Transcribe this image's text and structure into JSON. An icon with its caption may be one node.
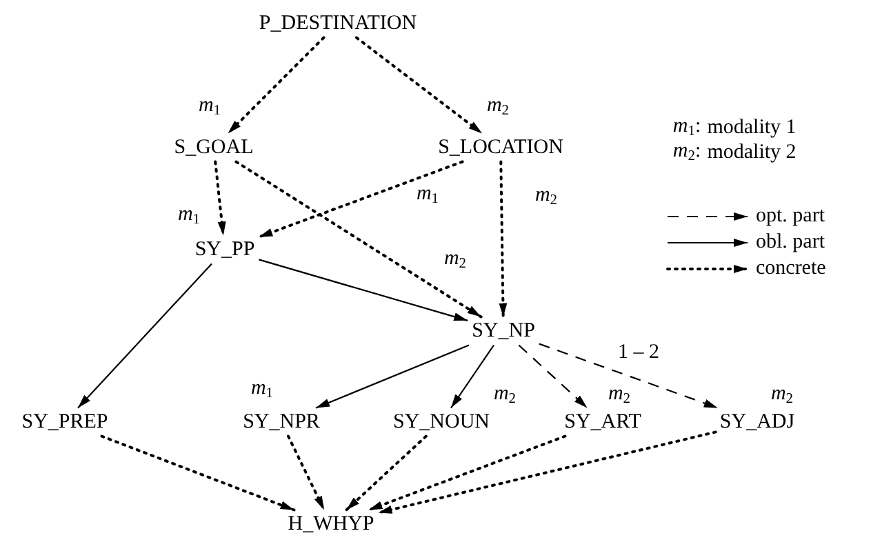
{
  "diagram": {
    "nodes": [
      {
        "text": [
          "P_DESTINATION"
        ]
      },
      {
        "text": [
          "S_GOAL"
        ]
      },
      {
        "text": [
          "S_LOCATION"
        ]
      },
      {
        "text": [
          "SY_PP"
        ]
      },
      {
        "text": [
          "SY_NP"
        ]
      },
      {
        "text": [
          "SY_PREP"
        ]
      },
      {
        "text": [
          "SY_NPR"
        ]
      },
      {
        "text": [
          "SY_NOUN"
        ]
      },
      {
        "text": [
          "SY_ART"
        ]
      },
      {
        "text": [
          "SY_ADJ"
        ]
      },
      {
        "text": [
          "H_WHYP"
        ]
      }
    ],
    "edges": [
      {
        "from": 0,
        "to": 1,
        "arrow": "to",
        "style": "dashed",
        "label": "*m*$_{1}$"
      },
      {
        "from": 0,
        "to": 2,
        "arrow": "to",
        "style": "dashed",
        "label": "*m*$_{2}$"
      },
      {
        "from": 1,
        "to": 3,
        "arrow": "to",
        "style": "dashed",
        "label": "*m*$_{1}$"
      },
      {
        "from": 2,
        "to": 3,
        "arrow": "to",
        "style": "dashed",
        "label": "*m*$_{1}$"
      },
      {
        "from": 1,
        "to": 4,
        "arrow": "to",
        "style": "dashed",
        "label": "*m*$_{2}$"
      },
      {
        "from": 2,
        "to": 4,
        "arrow": "to",
        "style": "dashed",
        "label": "*m*$_{2}$"
      },
      {
        "from": 3,
        "to": 5,
        "arrow": "to"
      },
      {
        "from": 3,
        "to": 4,
        "arrow": "to"
      },
      {
        "from": 4,
        "to": 6,
        "arrow": "to",
        "label": "*m*$_{1}$"
      },
      {
        "from": 4,
        "to": 7,
        "arrow": "to",
        "label": "*m*$_{2}$"
      },
      {
        "from": 4,
        "to": 8,
        "arrow": "to",
        "style": "dashed",
        "label": "*m*$_{2}$"
      },
      {
        "from": 4,
        "to": 9,
        "arrow": "to",
        "style": "dashed",
        "label": "*m*$_{2}$"
      },
      {
        "from": 5,
        "to": 10,
        "arrow": "to",
        "style": "dashed"
      },
      {
        "from": 6,
        "to": 10,
        "arrow": "to",
        "style": "dashed"
      },
      {
        "from": 7,
        "to": 10,
        "arrow": "to",
        "style": "dashed"
      },
      {
        "from": 8,
        "to": 10,
        "arrow": "to",
        "style": "dashed"
      },
      {
        "from": 9,
        "to": 10,
        "arrow": "to",
        "style": "dashed"
      }
    ],
    "labels": [
      "1 – 2",
      "*m*$_{1}$:",
      "modality 1",
      "*m*$_{2}$:",
      "modality 2"
    ],
    "legend": [
      {
        "text": "opt. part"
      },
      {
        "text": "obl. part"
      },
      {
        "text": "concrete"
      }
    ]
  }
}
